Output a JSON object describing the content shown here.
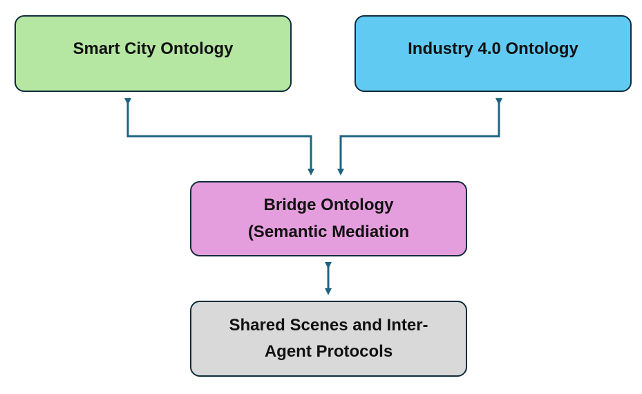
{
  "nodes": {
    "smart_city": {
      "label": "Smart City Ontology",
      "fill": "#b5e6a2"
    },
    "industry": {
      "label": "Industry 4.0 Ontology",
      "fill": "#60caf3"
    },
    "bridge": {
      "label": "Bridge Ontology\n(Semantic Mediation",
      "fill": "#e59edd"
    },
    "shared": {
      "label": "Shared Scenes and Inter-\nAgent Protocols",
      "fill": "#d9d9d9"
    }
  },
  "colors": {
    "border": "#0f2b3a",
    "connector": "#1e6480"
  }
}
